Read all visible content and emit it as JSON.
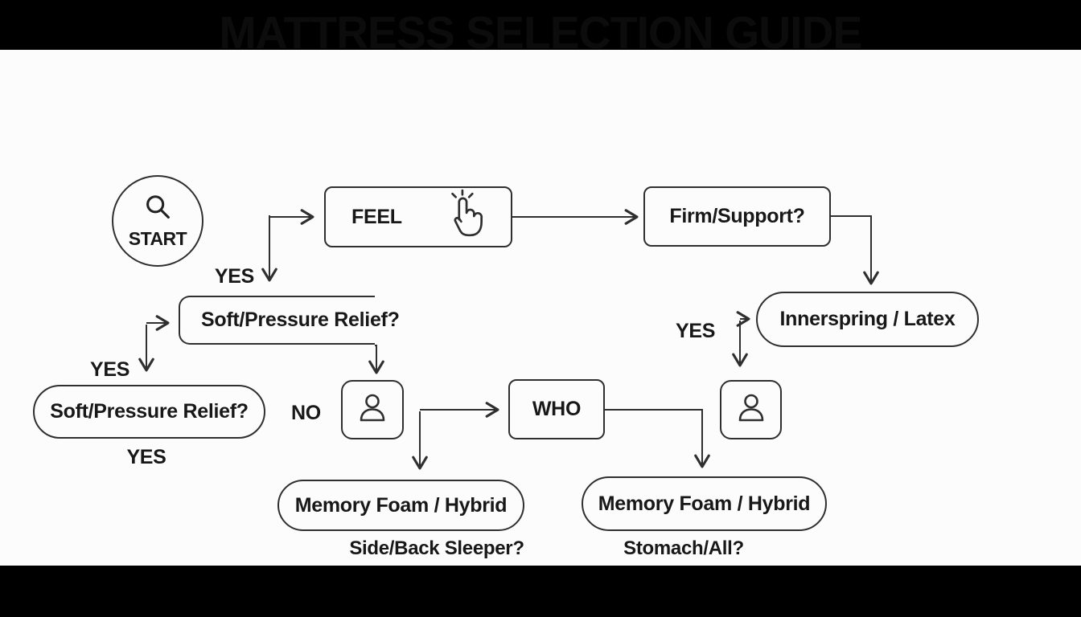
{
  "title": "MATTRESS SELECTION GUIDE",
  "colors": {
    "frame": "#000000",
    "canvas": "#fcfcfc",
    "stroke": "#2f2f2f",
    "text": "#181818"
  },
  "nodes": {
    "start": {
      "label": "START",
      "icon": "search-icon"
    },
    "feel": {
      "label": "FEEL",
      "icon": "tap-icon"
    },
    "firm_support": {
      "label": "Firm/Support?"
    },
    "innerspring_latex": {
      "label": "Innerspring / Latex"
    },
    "soft_pressure_mid": {
      "label": "Soft/Pressure Relief?"
    },
    "soft_pressure_left": {
      "label": "Soft/Pressure Relief?"
    },
    "person_left": {
      "icon": "person-icon"
    },
    "who": {
      "label": "WHO"
    },
    "person_right": {
      "icon": "person-icon"
    },
    "memory_foam_left": {
      "label": "Memory Foam / Hybrid"
    },
    "memory_foam_right": {
      "label": "Memory Foam / Hybrid"
    }
  },
  "labels": {
    "yes_top": "YES",
    "yes_left_upper": "YES",
    "yes_left_lower": "YES",
    "no_left": "NO",
    "yes_right": "YES",
    "side_back_sleeper": "Side/Back Sleeper?",
    "stomach_all": "Stomach/All?"
  }
}
